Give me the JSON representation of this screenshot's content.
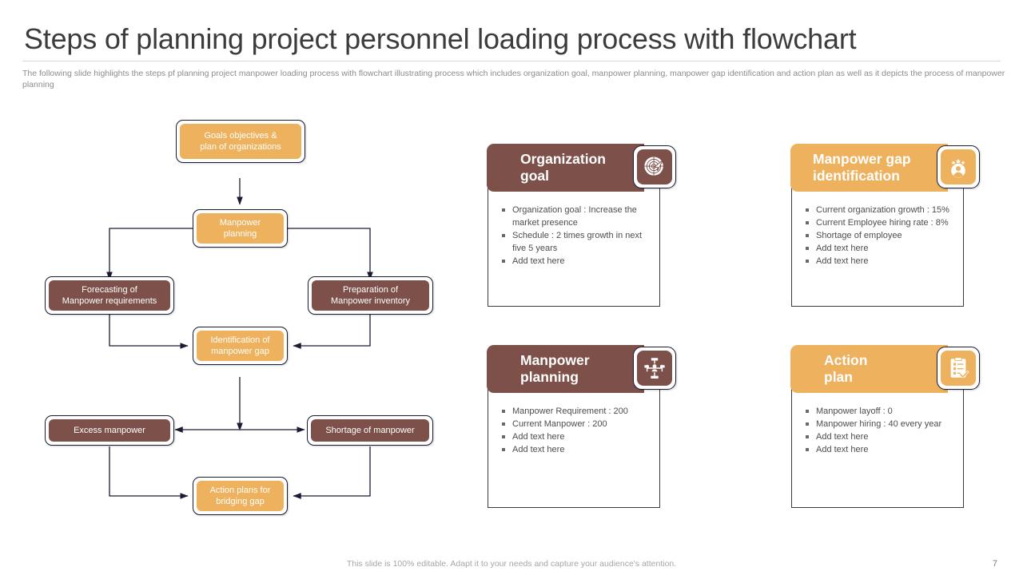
{
  "title": "Steps of planning project personnel loading process with flowchart",
  "subtitle": "The following slide highlights the steps pf planning project manpower loading process with flowchart illustrating process which includes organization goal, manpower planning, manpower gap identification and action plan as well as it depicts the process of manpower planning",
  "colors": {
    "brown": "#7d504a",
    "orange": "#eeb15d",
    "title_text": "#3c3c3c",
    "body_text": "#4d4d4d",
    "muted": "#a6a6a6"
  },
  "flowchart": {
    "nodes": [
      {
        "id": "goals",
        "label": "Goals objectives  &\nplan of organizations",
        "style": "orange"
      },
      {
        "id": "planning",
        "label": "Manpower\nplanning",
        "style": "orange"
      },
      {
        "id": "forecasting",
        "label": "Forecasting of\nManpower  requirements",
        "style": "brown"
      },
      {
        "id": "preparation",
        "label": "Preparation  of\nManpower  inventory",
        "style": "brown"
      },
      {
        "id": "identify",
        "label": "Identification  of\nmanpower  gap",
        "style": "orange"
      },
      {
        "id": "excess",
        "label": "Excess manpower",
        "style": "brown"
      },
      {
        "id": "shortage",
        "label": "Shortage of manpower",
        "style": "brown"
      },
      {
        "id": "actionplans",
        "label": "Action plans for\nbridging  gap",
        "style": "orange"
      }
    ]
  },
  "cards": [
    {
      "id": "organization-goal",
      "title": "Organization\ngoal",
      "style": "brown",
      "icon": "target-arrow-icon",
      "bullets": [
        "Organization  goal :  Increase  the market presence",
        "Schedule : 2 times growth in next five  5 years",
        "Add text here"
      ]
    },
    {
      "id": "manpower-gap-identification",
      "title": "Manpower gap\nidentification",
      "style": "orange",
      "icon": "person-stars-icon",
      "bullets": [
        "Current  organization growth : 15%",
        "Current  Employee hiring rate : 8%",
        "Shortage  of employee",
        "Add text here",
        "Add text here"
      ]
    },
    {
      "id": "manpower-planning",
      "title": "Manpower\nplanning",
      "style": "brown",
      "icon": "org-chart-icon",
      "bullets": [
        "Manpower Requirement  : 200",
        "Current  Manpower  : 200",
        "Add text here",
        "Add text here"
      ]
    },
    {
      "id": "action-plan",
      "title": "Action\nplan",
      "style": "orange",
      "icon": "checklist-clipboard-icon",
      "bullets": [
        "Manpower  layoff : 0",
        "Manpower  hiring : 40 every  year",
        "Add text here",
        "Add text here"
      ]
    }
  ],
  "footer": {
    "note": "This slide is 100% editable. Adapt it to your needs and capture your audience's attention.",
    "page_number": "7"
  }
}
